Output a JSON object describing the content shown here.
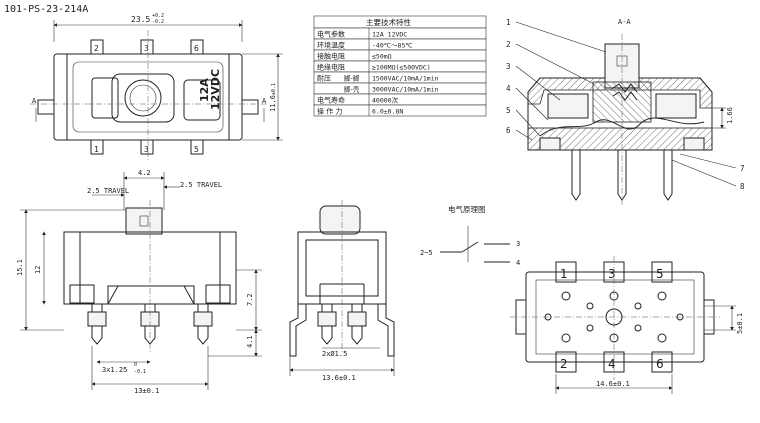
{
  "drawing_number": "101-PS-23-214A",
  "top_view": {
    "width_dim": "23.5",
    "width_tol_upper": "+0.2",
    "width_tol_lower": "-0.2",
    "height_dim": "11.6",
    "height_tol": "±0.1",
    "pin_labels_top": [
      "2",
      "3",
      "6"
    ],
    "pin_labels_bottom": [
      "1",
      "3",
      "5"
    ],
    "section_mark": "A",
    "body_marking_line1": "12A",
    "body_marking_line2": "12VDC"
  },
  "spec_table": {
    "title": "主要技术特性",
    "rows": [
      {
        "label": "电气参数",
        "sub": "",
        "value": "12A  12VDC"
      },
      {
        "label": "环境温度",
        "sub": "",
        "value": "-40℃～85℃"
      },
      {
        "label": "接触电阻",
        "sub": "",
        "value": "≤50mΩ"
      },
      {
        "label": "绝缘电阻",
        "sub": "",
        "value": "≥100MΩ(≤500VDC)"
      },
      {
        "label": "耐压",
        "sub": "脚-脚",
        "value": "1500VAC/10mA/1min"
      },
      {
        "label": "",
        "sub": "脚-壳",
        "value": "3000VAC/10mA/1min"
      },
      {
        "label": "电气寿命",
        "sub": "",
        "value": "40000次"
      },
      {
        "label": "操 作 力",
        "sub": "",
        "value": "6.0±0.8N"
      }
    ]
  },
  "section_view": {
    "title": "A-A",
    "callouts": [
      "1",
      "2",
      "3",
      "4",
      "5",
      "6",
      "7",
      "8"
    ],
    "dim_1": "1.66"
  },
  "front_view": {
    "travel_left": "2.5 TRAVEL",
    "travel_right": "2.5 TRAVEL",
    "dim_4_2": "4.2",
    "dim_15_1": "15.1",
    "dim_12": "12",
    "dim_7_2": "7.2",
    "dim_4_1": "4.1",
    "pitch_dim": "3x1.25",
    "pitch_tol_upper": "0",
    "pitch_tol_lower": "-0.1",
    "width_dim": "13±0.1"
  },
  "side_view": {
    "hole_dim": "2xØ1.5",
    "width_dim": "13.6±0.1"
  },
  "schematic": {
    "title": "电气原理图",
    "left_label": "2~5",
    "right_labels": [
      "3",
      "4"
    ]
  },
  "bottom_view": {
    "pin_labels_top": [
      "1",
      "3",
      "5"
    ],
    "pin_labels_bottom": [
      "2",
      "4",
      "6"
    ],
    "height_dim": "5±0.1",
    "width_dim": "14.6±0.1"
  }
}
